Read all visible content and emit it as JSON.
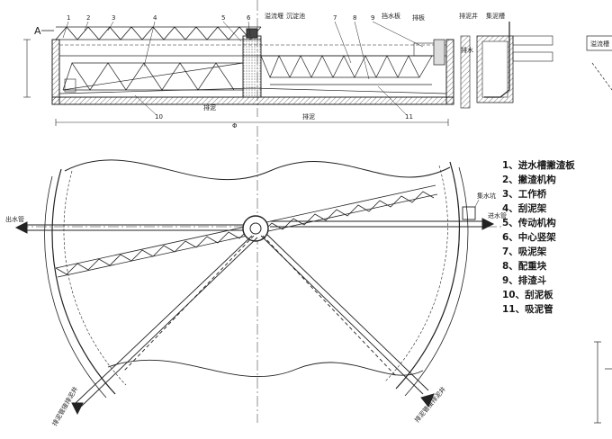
{
  "title": "",
  "section": {
    "marker": "A",
    "numbers": [
      "1",
      "2",
      "3",
      "4",
      "5",
      "6",
      "7",
      "8",
      "9",
      "10",
      "11"
    ],
    "labels": {
      "label_a": "溢流堰",
      "label_b": "沉淀池",
      "label_c": "挡水板",
      "label_d": "排板",
      "label_e": "排泥井",
      "label_f": "集泥槽",
      "label_g": "排水",
      "label_h": "排泥",
      "label_i": "排泥",
      "diameter": "Φ"
    }
  },
  "plan": {
    "inlet_pipe": "进水管",
    "outlet_pipe": "出水管",
    "drain_box": "集水坑",
    "sludge_pipe_left": "排泥管接排泥井",
    "sludge_pipe_right": "排泥管接排泥井"
  },
  "side_label": "溢流槽",
  "legend": [
    "1、进水槽撇渣板",
    "2、撇渣机构",
    "3、工作桥",
    "4、刮泥架",
    "5、传动机构",
    "6、中心竖架",
    "7、吸泥架",
    "8、配重块",
    "9、排渣斗",
    "10、刮泥板",
    "11、吸泥管"
  ]
}
